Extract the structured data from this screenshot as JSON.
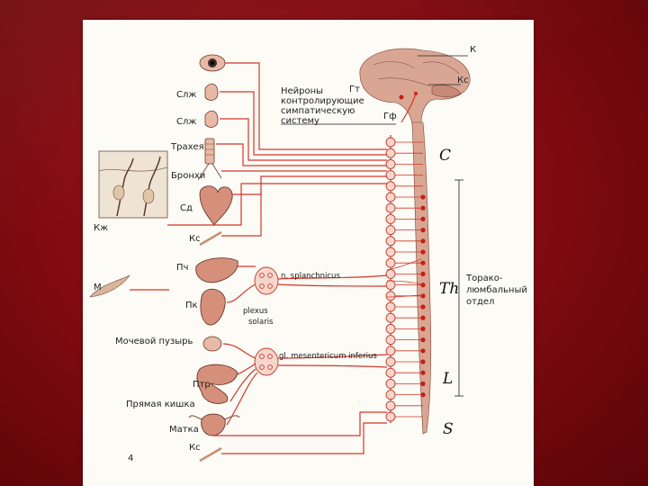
{
  "labels": {
    "k": "К",
    "ks_top": "Кс",
    "neurons_line1": "Нейроны",
    "neurons_gt": "Гт",
    "neurons_line2": "контролирующие",
    "neurons_line3": "симпатическую",
    "neurons_line4": "систему",
    "gf": "Гф",
    "slzh1": "Слж",
    "slzh2": "Слж",
    "trachea": "Трахея",
    "bronchi": "Бронхи",
    "sd": "Сд",
    "kzh": "Кж",
    "ks_mid": "Кс",
    "pch": "Пч",
    "m": "М",
    "pk": "Пк",
    "bladder": "Мочевой пузырь",
    "ptr": "Птр",
    "rectum": "Прямая кишка",
    "uterus": "Матка",
    "ks_bot": "Кс",
    "page_num": "4",
    "n_splanchnicus": "n. splanchnicus",
    "plexus_1": "plexus",
    "plexus_2": "solaris",
    "gl_mesenteric": "gl. mesentericum inferius",
    "seg_c": "C",
    "seg_th": "Th",
    "seg_l": "L",
    "seg_s": "S",
    "thoraco_1": "Торако-",
    "thoraco_2": "люмбальный",
    "thoraco_3": "отдел"
  },
  "colors": {
    "nerve": "#d3362a",
    "slide_background": "#8b0c12",
    "panel": "#fcfbf5"
  }
}
